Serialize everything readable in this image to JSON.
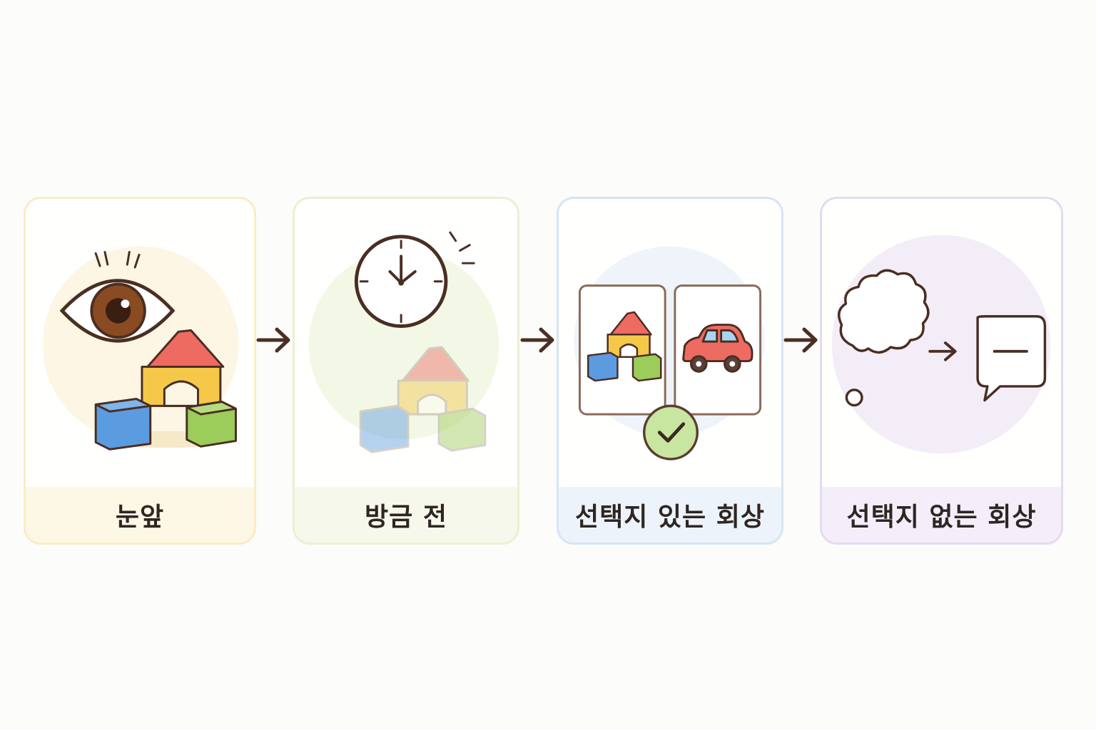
{
  "steps": [
    {
      "label": "눈앞",
      "icon": "eye-with-blocks-icon",
      "accent": "#fbecc4"
    },
    {
      "label": "방금 전",
      "icon": "clock-with-faded-blocks-icon",
      "accent": "#e8f1d2"
    },
    {
      "label": "선택지 있는 회상",
      "icon": "choice-cards-check-icon",
      "accent": "#d6e5f3"
    },
    {
      "label": "선택지 없는 회상",
      "icon": "thought-to-speech-icon",
      "accent": "#e5daf1"
    }
  ],
  "colors": {
    "outline": "#4a2e22",
    "block_red": "#ee6b62",
    "block_yellow": "#f5c84a",
    "block_blue": "#5b9be0",
    "block_green": "#9ccc5a",
    "check_green": "#c8e6a0"
  }
}
